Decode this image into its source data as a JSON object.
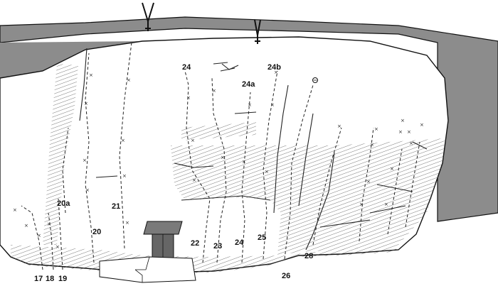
{
  "colors": {
    "background": "#ffffff",
    "sky_band": "#8c8c8c",
    "outline": "#111111",
    "hatch": "#555555",
    "building_roof": "#7a7a7a",
    "building_column": "#666666"
  },
  "icons": [
    "tree-icon",
    "lower-off-icon",
    "bolt-marker-icon"
  ],
  "route_labels": {
    "r17": "17",
    "r18": "18",
    "r19": "19",
    "r20": "20",
    "r20a": "20a",
    "r21": "21",
    "r22": "22",
    "r23": "23",
    "r24_low": "24",
    "r24_top": "24",
    "r24a": "24a",
    "r24b": "24b",
    "r25": "25",
    "r26": "26",
    "r28": "28"
  }
}
